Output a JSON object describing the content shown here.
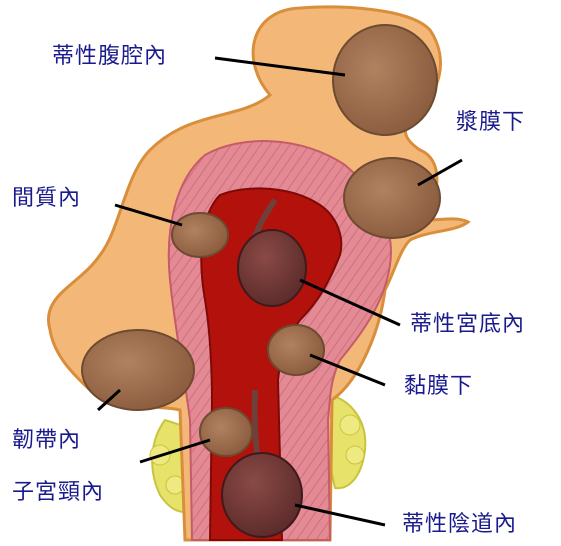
{
  "labels": {
    "pedunculated_subserosal": "蒂性腹腔內",
    "subserosal": "漿膜下",
    "intramural": "間質內",
    "pedunculated_fundal": "蒂性宮底內",
    "submucosal": "黏膜下",
    "intraligamentary": "韌帶內",
    "cervical": "子宮頸內",
    "pedunculated_vaginal": "蒂性陰道內"
  },
  "colors": {
    "label_text": "#1a1a8c",
    "outer_wall": "#f3b777",
    "outer_wall_edge": "#d98e3c",
    "myometrium": "#e38a94",
    "cavity": "#b3110c",
    "fibroid": "#9a6a48",
    "fibroid_dark": "#6f3f3a",
    "fat": "#e7e36a",
    "leader": "#000000"
  }
}
